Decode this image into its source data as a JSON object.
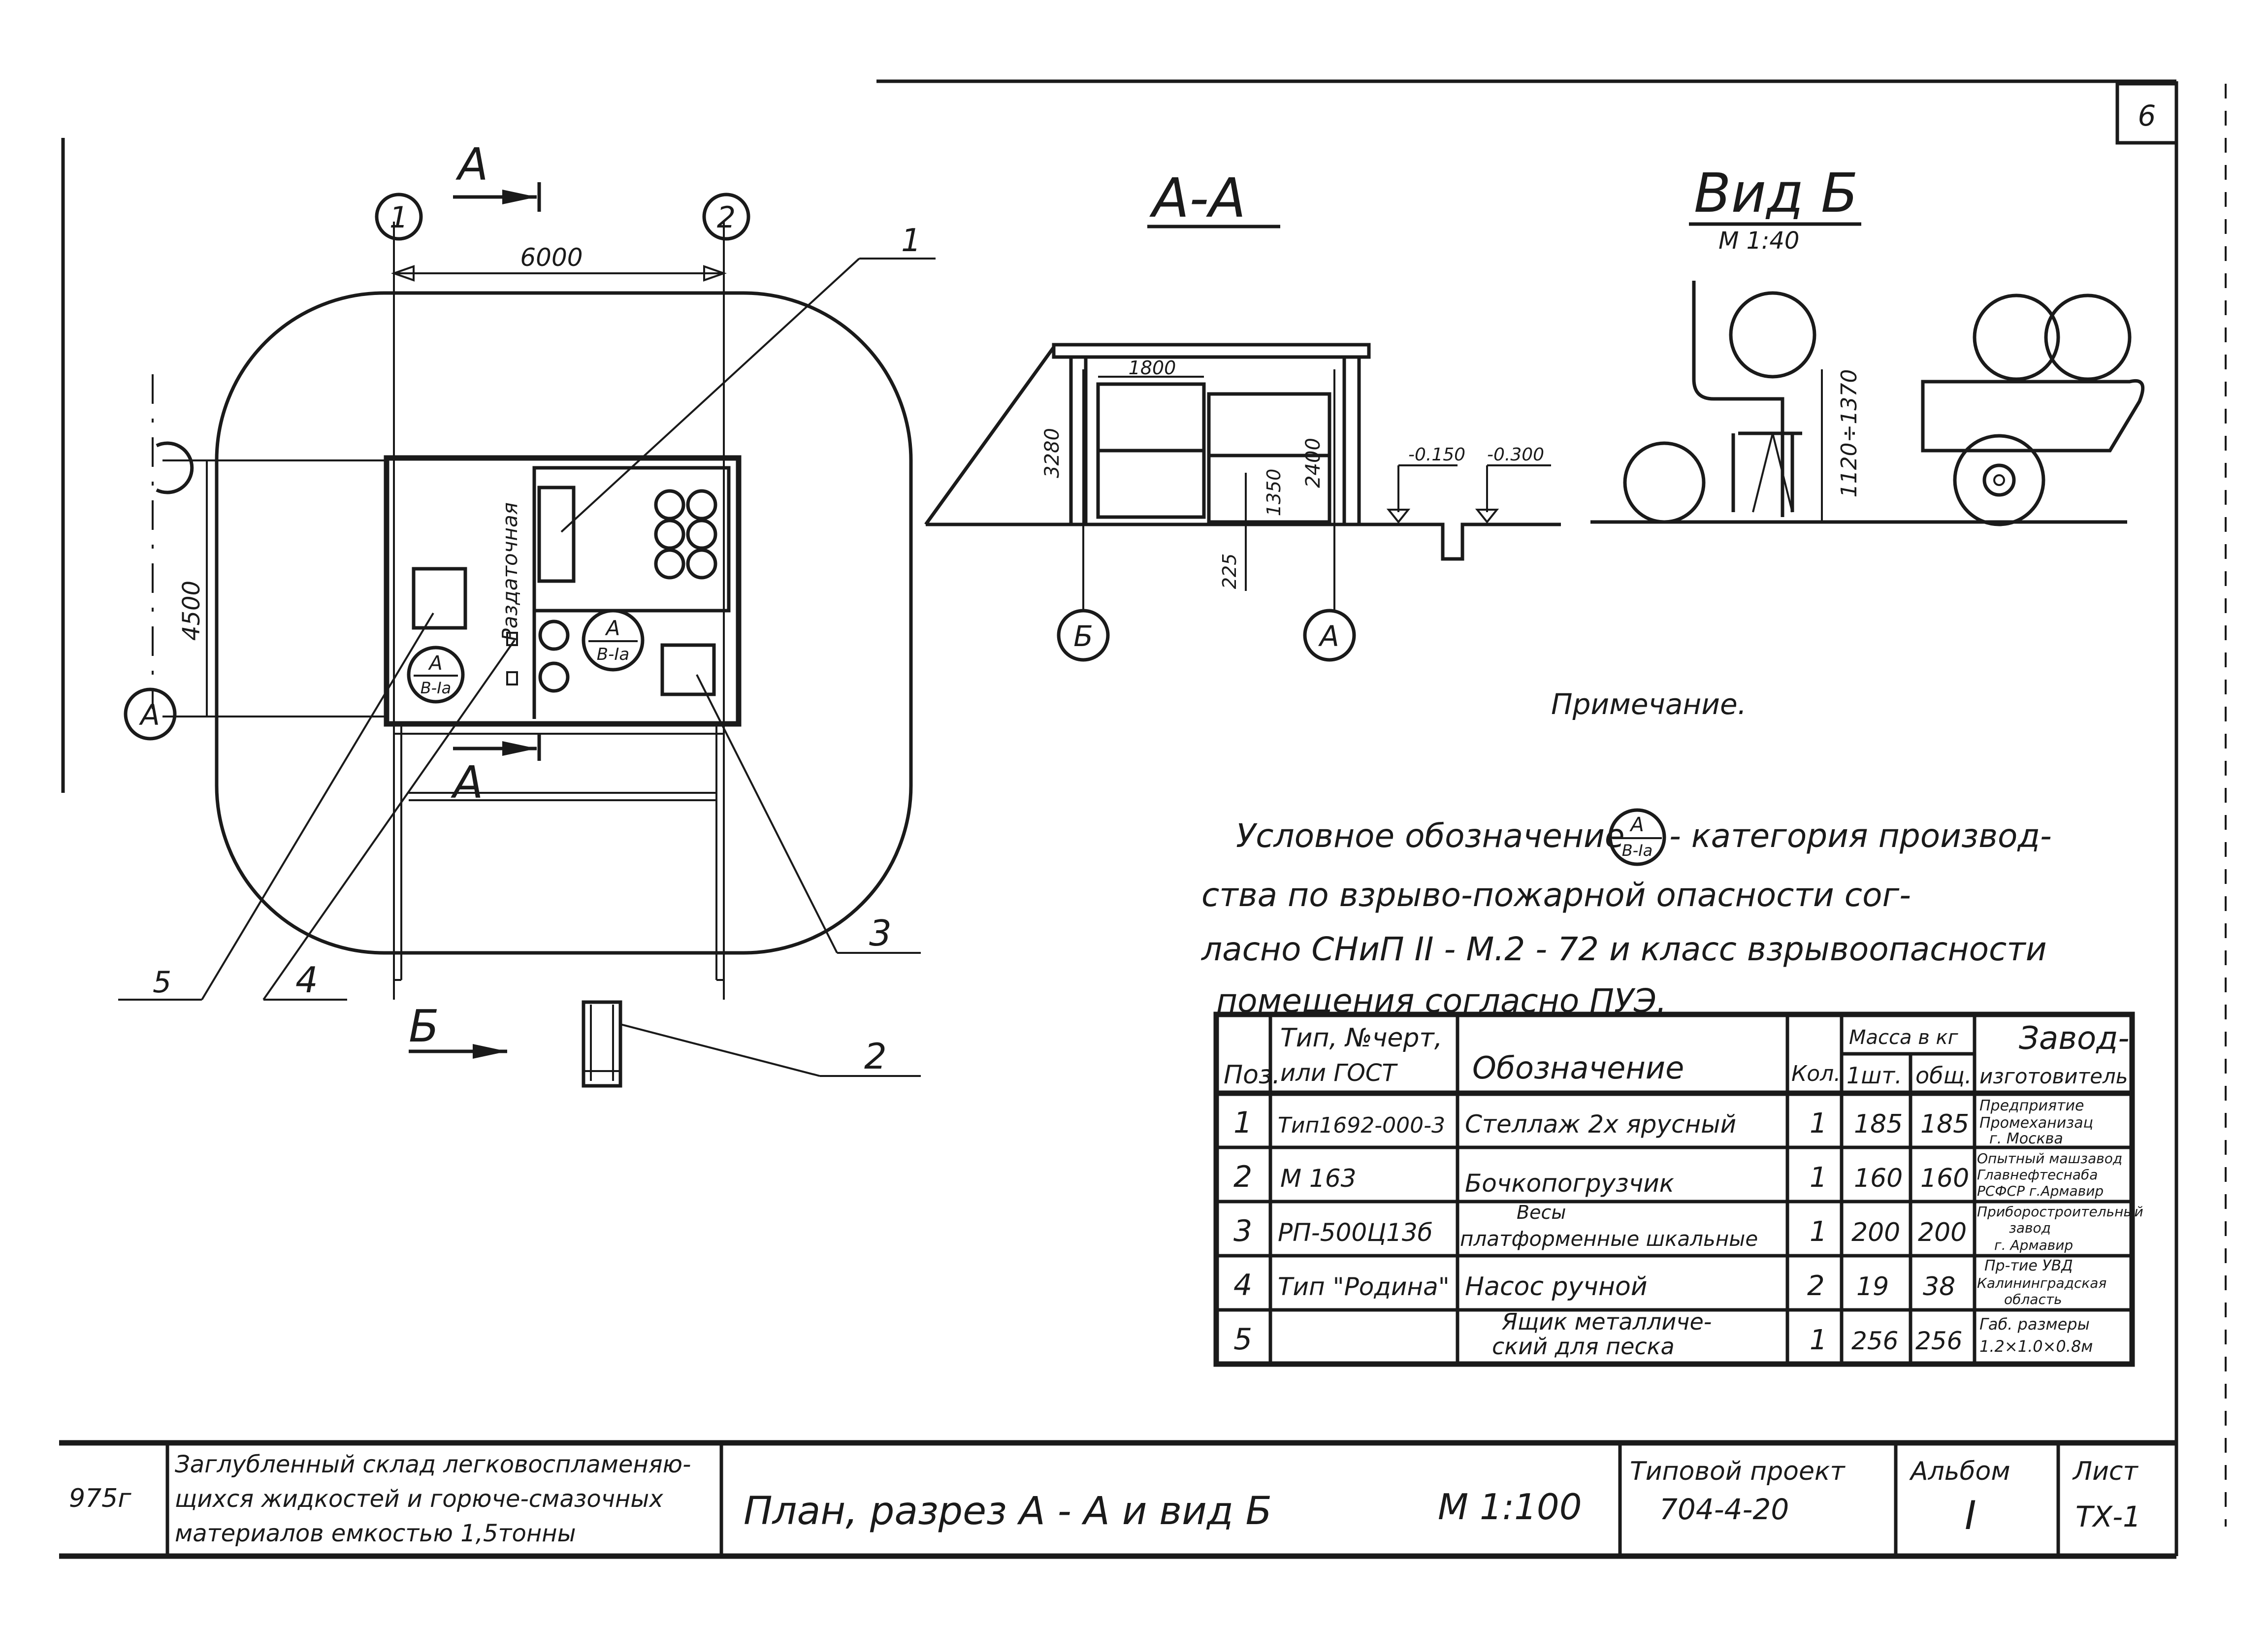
{
  "sheet_corner_number": "6",
  "plan": {
    "axis_1": "1",
    "axis_2": "2",
    "axis_A": "А",
    "section_mark_top": "А",
    "section_mark_bottom": "А",
    "view_mark": "Б",
    "dim_6000": "6000",
    "dim_4500": "4500",
    "room_label": "Раздаточная",
    "cat_top": "А",
    "cat_bottom": "В-Iа",
    "leader_labels": [
      "1",
      "2",
      "3",
      "4",
      "5"
    ]
  },
  "section_AA": {
    "title": "А-А",
    "dim_1800": "1800",
    "dim_3280": "3280",
    "dim_2400": "2400",
    "dim_1350": "1350",
    "dim_225": "225",
    "level_1": "-0.150",
    "level_2": "-0.300",
    "axis_B": "Б",
    "axis_A": "А"
  },
  "view_B": {
    "title": "Вид Б",
    "scale": "М 1:40",
    "dim": "1120÷1370"
  },
  "note": {
    "heading": "Примечание.",
    "text_lines": [
      "Условное обозначение",
      "- категория производ-",
      "ства по взрыво-пожарной опасности сог-",
      "ласно СНиП II - М.2 - 72 и класс взрывоопасности",
      "помещения согласно ПУЭ."
    ],
    "symbol_top": "А",
    "symbol_bottom": "В-Iа"
  },
  "spec_table": {
    "headers": {
      "pos": "Поз.",
      "type_1": "Тип, №черт,",
      "type_2": "или ГОСТ",
      "designation": "Обозначение",
      "qty": "Кол.",
      "mass": "Масса в кг",
      "mass_one": "1шт.",
      "mass_total": "общ.",
      "maker_1": "Завод-",
      "maker_2": "изготовитель"
    },
    "rows": [
      {
        "pos": "1",
        "type": "Тип1692-000-3",
        "name_1": "Стеллаж 2х ярусный",
        "name_2": "",
        "qty": "1",
        "m1": "185",
        "mt": "185",
        "maker_1": "Предприятие",
        "maker_2": "Промеханизац",
        "maker_3": "г. Москва"
      },
      {
        "pos": "2",
        "type": "М 163",
        "name_1": "Бочкопогрузчик",
        "name_2": "",
        "qty": "1",
        "m1": "160",
        "mt": "160",
        "maker_1": "Опытный машзавод",
        "maker_2": "Главнефтеснаба",
        "maker_3": "РСФСР г.Армавир"
      },
      {
        "pos": "3",
        "type": "РП-500Ц13б",
        "name_1": "Весы",
        "name_2": "платформенные шкальные",
        "qty": "1",
        "m1": "200",
        "mt": "200",
        "maker_1": "Приборостроительный",
        "maker_2": "завод",
        "maker_3": "г. Армавир"
      },
      {
        "pos": "4",
        "type": "Тип \"Родина\"",
        "name_1": "Насос ручной",
        "name_2": "",
        "qty": "2",
        "m1": "19",
        "mt": "38",
        "maker_1": "Пр-тие УВД",
        "maker_2": "Калининградская",
        "maker_3": "область"
      },
      {
        "pos": "5",
        "type": "",
        "name_1": "Ящик металличе-",
        "name_2": "ский для песка",
        "qty": "1",
        "m1": "256",
        "mt": "256",
        "maker_1": "Габ. размеры",
        "maker_2": "1.2×1.0×0.8м",
        "maker_3": ""
      }
    ]
  },
  "title_block": {
    "code": "975г",
    "desc_1": "Заглубленный склад легковоспламеняю-",
    "desc_2": "щихся жидкостей и горюче-смазочных",
    "desc_3": "материалов емкостью 1,5тонны",
    "sheet_title": "План, разрез А - А и вид Б",
    "scale": "М 1:100",
    "project_label": "Типовой проект",
    "project_no": "704-4-20",
    "album_label": "Альбом",
    "album_no": "I",
    "sheet_label": "Лист",
    "sheet_no": "ТХ-1"
  }
}
